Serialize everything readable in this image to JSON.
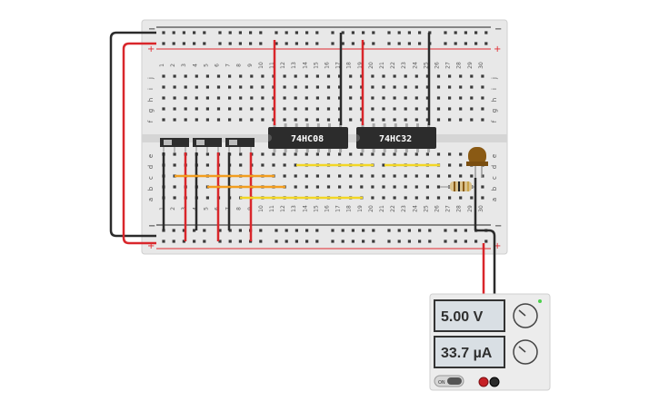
{
  "breadboard": {
    "columns": [
      "1",
      "2",
      "3",
      "4",
      "5",
      "6",
      "7",
      "8",
      "9",
      "10",
      "11",
      "12",
      "13",
      "14",
      "15",
      "16",
      "17",
      "18",
      "19",
      "20",
      "21",
      "22",
      "23",
      "24",
      "25",
      "26",
      "27",
      "28",
      "29",
      "30"
    ],
    "rows_top": [
      "j",
      "i",
      "h",
      "g",
      "f"
    ],
    "rows_bottom": [
      "e",
      "d",
      "c",
      "b",
      "a"
    ],
    "rail_minus": "−",
    "rail_plus": "+"
  },
  "chips": [
    {
      "label": "74HC08"
    },
    {
      "label": "74HC32"
    }
  ],
  "power_supply": {
    "voltage_display": "5.00 V",
    "current_display": "33.7 µA",
    "power_switch_label": "ON"
  },
  "colors": {
    "board": "#e9e9e9",
    "rail_red": "#e0282e",
    "rail_black": "#222222",
    "wire_red": "#d9262b",
    "wire_black": "#2b2b2b",
    "wire_orange": "#f29d1f",
    "wire_yellow": "#f2d625",
    "chip": "#2c2c2c",
    "led": "#8a5a14",
    "lcd": "#d9dfe4"
  }
}
